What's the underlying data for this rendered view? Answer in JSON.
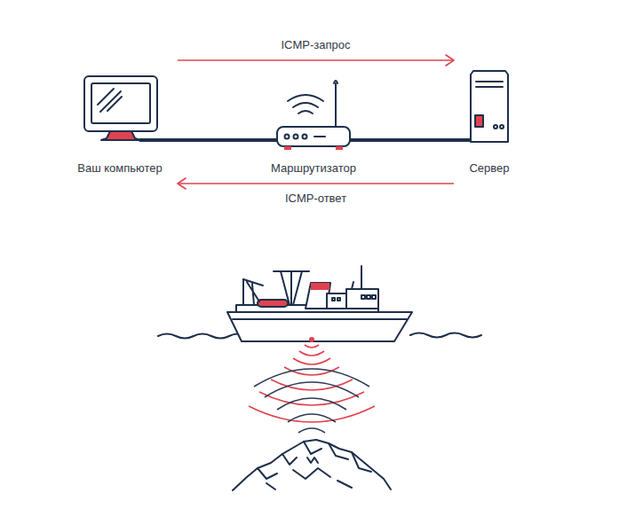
{
  "diagram": {
    "nodes": [
      {
        "text": [
          "Ваш компьютер"
        ]
      },
      {
        "text": [
          "Маршрутизатор"
        ]
      },
      {
        "text": [
          "Сервер"
        ]
      }
    ],
    "edges": [
      {
        "from": 0,
        "to": 2,
        "arrow": "to",
        "label": "ICMP-запрос"
      },
      {
        "from": 2,
        "to": 0,
        "arrow": "to",
        "label": "ICMP-ответ"
      },
      {
        "from": 0,
        "to": 1,
        "arrow": "none"
      },
      {
        "from": 1,
        "to": 2,
        "arrow": "none"
      }
    ]
  }
}
